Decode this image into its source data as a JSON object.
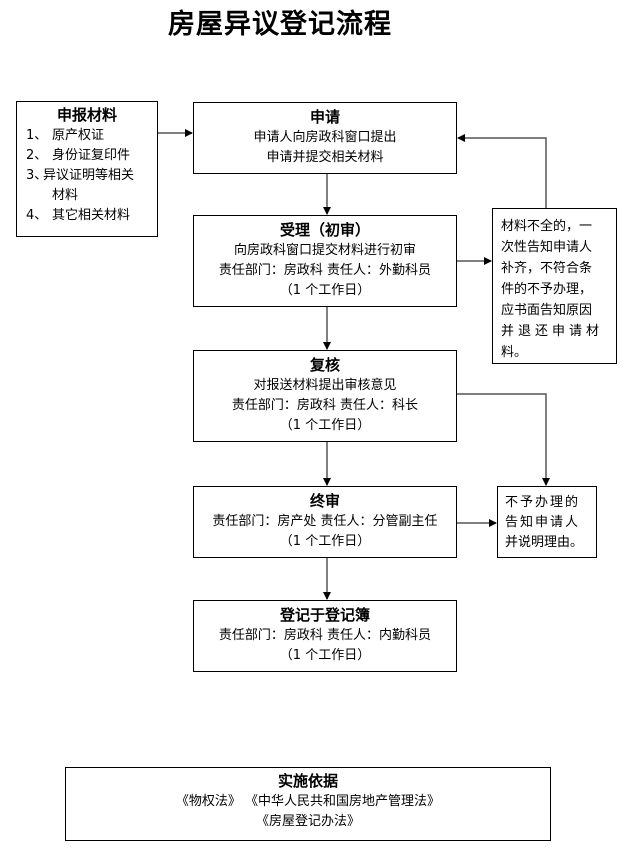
{
  "title": "房屋异议登记流程",
  "materials": {
    "heading": "申报材料",
    "items": [
      {
        "num": "1、",
        "text": "原产权证"
      },
      {
        "num": "2、",
        "text": "身份证复印件"
      },
      {
        "num": "3、",
        "text": "异议证明等相关"
      },
      {
        "num": "",
        "text": "材料"
      },
      {
        "num": "4、",
        "text": "其它相关材料"
      }
    ]
  },
  "steps": {
    "apply": {
      "heading": "申请",
      "lines": [
        "申请人向房政科窗口提出",
        "申请并提交相关材料"
      ]
    },
    "accept": {
      "heading": "受理（初审）",
      "lines": [
        "向房政科窗口提交材料进行初审",
        "责任部门：房政科  责任人：外勤科员",
        "（1 个工作日）"
      ]
    },
    "review": {
      "heading": "复核",
      "lines": [
        "对报送材料提出审核意见",
        "责任部门：房政科  责任人：科长",
        "（1 个工作日）"
      ]
    },
    "final": {
      "heading": "终审",
      "lines": [
        "责任部门：房产处  责任人：分管副主任",
        "（1 个工作日）"
      ]
    },
    "register": {
      "heading": "登记于登记簿",
      "lines": [
        "责任部门：房政科  责任人：内勤科员",
        "（1 个工作日）"
      ]
    }
  },
  "side_notes": {
    "incomplete": [
      "材料不全的，一",
      "次性告知申请人",
      "补齐，不符合条",
      "件的不予办理，",
      "应书面告知原因",
      "并退还申请材",
      "料。"
    ],
    "reject": [
      "不予办理的",
      "告知申请人",
      "并说明理由。"
    ]
  },
  "basis": {
    "heading": "实施依据",
    "lines": [
      "《物权法》 《中华人民共和国房地产管理法》",
      "《房屋登记办法》"
    ]
  },
  "colors": {
    "line": "#555555",
    "border": "#000000"
  }
}
